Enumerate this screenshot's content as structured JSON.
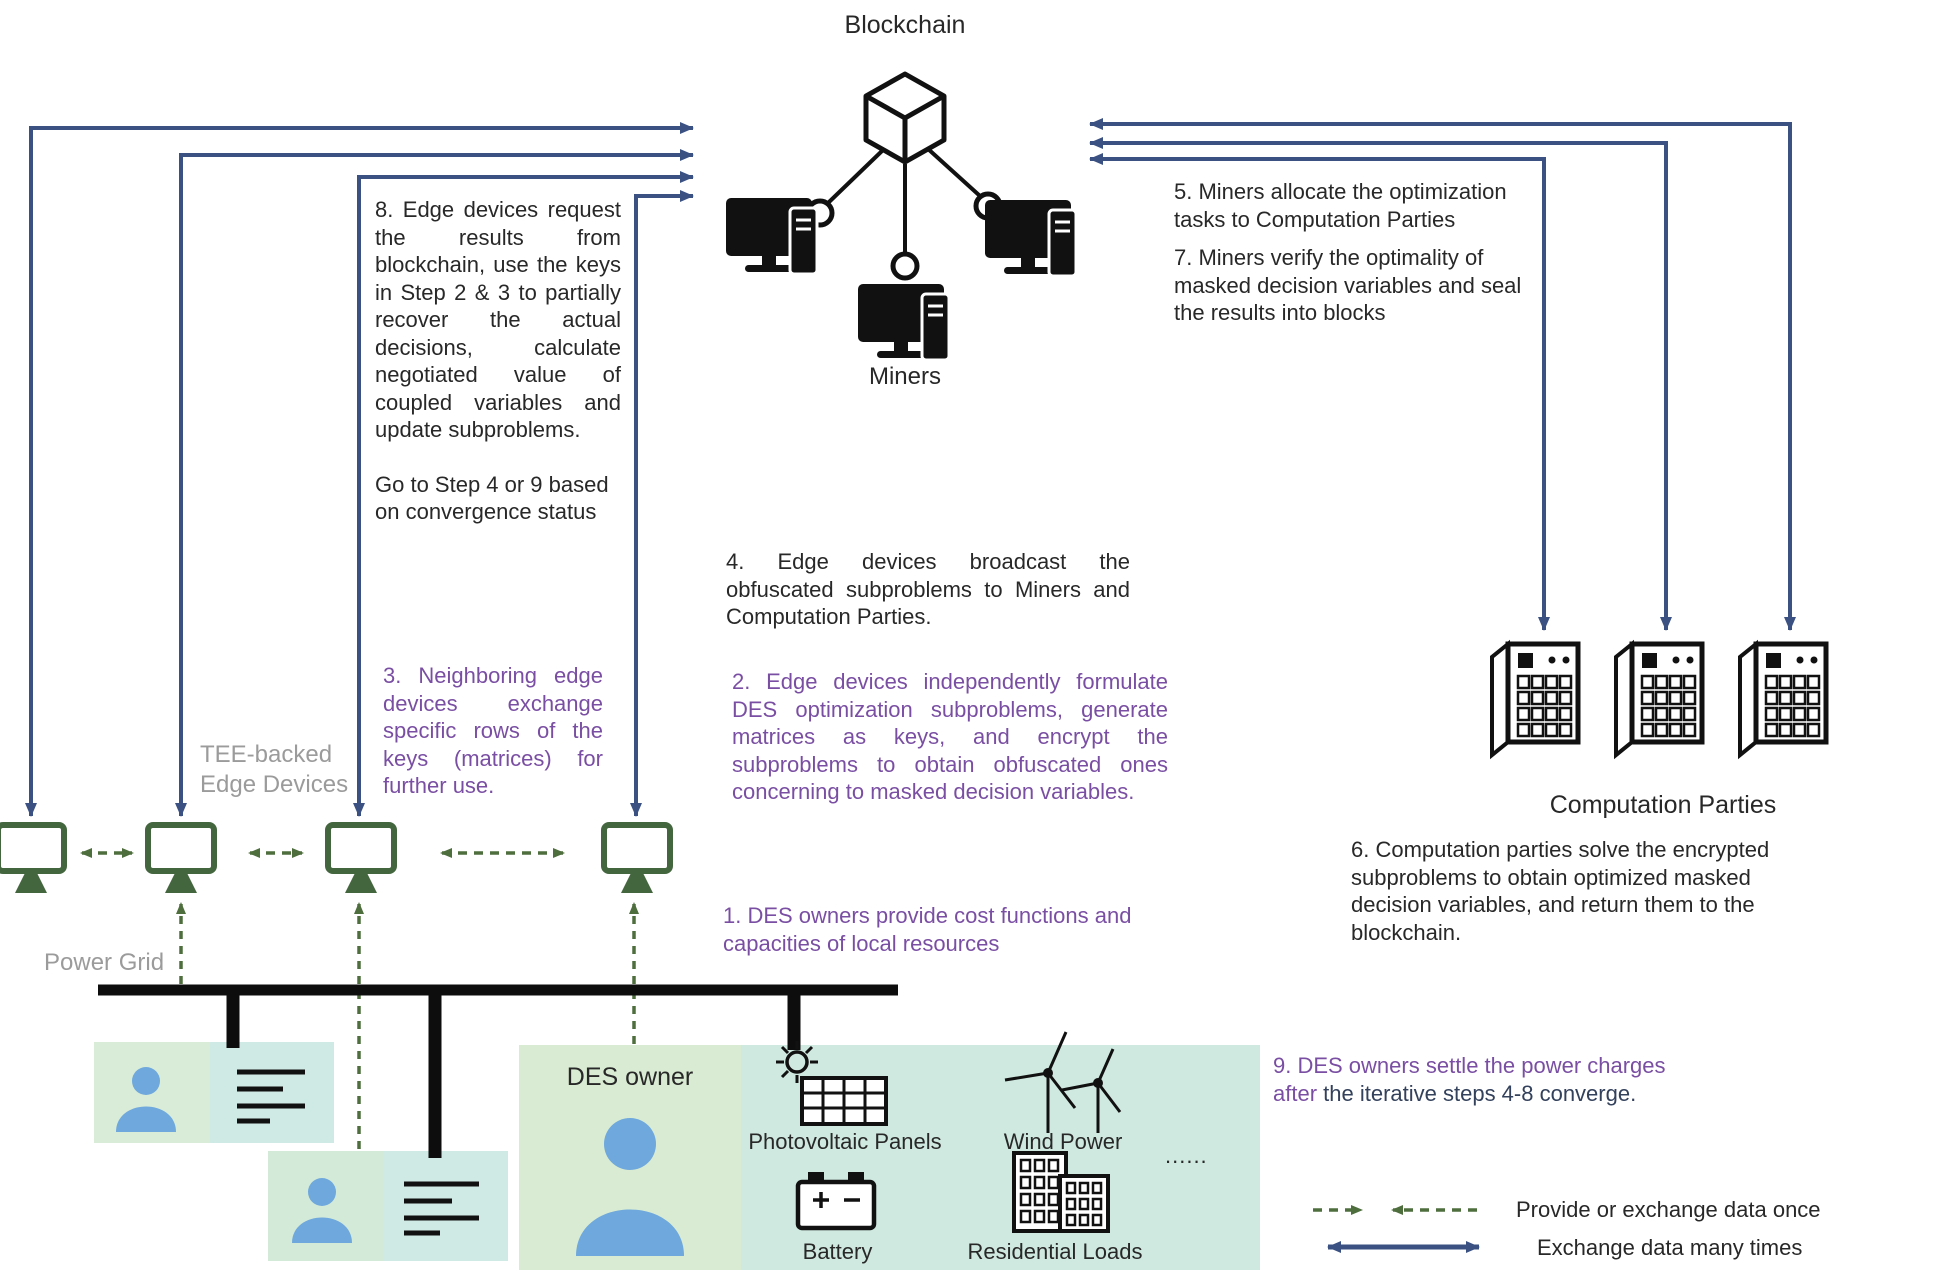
{
  "colors": {
    "navy_arrow": "#3a5182",
    "green_arrow": "#4e6e3e",
    "purple_text": "#7a4fa3",
    "gray_label": "#9b9b9b",
    "person_blue": "#6fa8dc",
    "box_green": "#d9ecd3",
    "box_teal": "#cfe9e0",
    "icon_black": "#111111"
  },
  "blockchain": {
    "title": "Blockchain",
    "miners_label": "Miners"
  },
  "edge": {
    "tee_label": "TEE-backed Edge Devices"
  },
  "computation": {
    "label": "Computation Parties"
  },
  "grid": {
    "power_grid_label": "Power Grid",
    "des_owner_label": "DES owner"
  },
  "resources": {
    "photovoltaic": "Photovoltaic Panels",
    "wind": "Wind Power",
    "ellipsis": "......",
    "battery": "Battery",
    "residential": "Residential Loads"
  },
  "steps": {
    "step1": "1. DES owners provide cost functions and capacities of local resources",
    "step2": "2. Edge devices independently formulate DES optimization subproblems, generate matrices as keys, and encrypt the subproblems to obtain obfuscated ones concerning to masked decision variables.",
    "step3": "3. Neighboring edge devices exchange specific rows of the keys (matrices) for further use.",
    "step4": "4. Edge devices broadcast the obfuscated subproblems to Miners and Computation Parties.",
    "step5": "5. Miners allocate the optimization tasks to Computation Parties",
    "step6": "6. Computation parties solve the encrypted subproblems to obtain optimized masked decision variables, and return them to the blockchain.",
    "step7": "7. Miners verify the optimality of masked decision variables and seal the results into blocks",
    "step8_main": "8. Edge devices request the results from blockchain, use the keys in Step 2 & 3 to partially recover the actual decisions, calculate negotiated value of coupled variables and update subproblems.",
    "step8_goto": "Go to Step 4 or 9 based on convergence status",
    "step9_purple": "9. DES owners settle the power charges after",
    "step9_dark": " the iterative steps 4-8 converge."
  },
  "legend": {
    "dashed_label": "Provide or exchange data once",
    "solid_label": "Exchange data many times"
  }
}
